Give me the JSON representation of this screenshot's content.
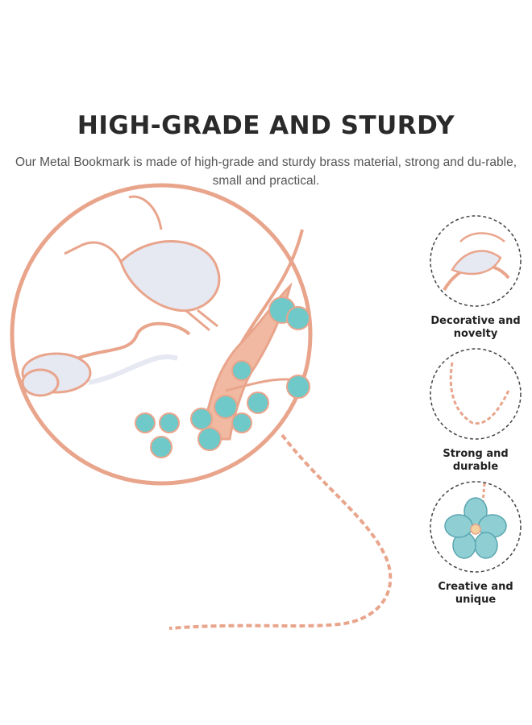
{
  "headline": "HIGH-GRADE AND STURDY",
  "description": "Our Metal Bookmark is made of high-grade and sturdy brass material, strong and du-rable, small and practical.",
  "features": [
    {
      "label": "Decorative and novelty",
      "icon": "crane-detail-icon"
    },
    {
      "label": "Strong and durable",
      "icon": "chain-detail-icon"
    },
    {
      "label": "Creative and unique",
      "icon": "flower-charm-icon"
    }
  ],
  "colors": {
    "rose_gold": "#e9a58c",
    "enamel_teal": "#6fc9c9",
    "enamel_white": "#e6e8f2",
    "headline": "#2a2a2a",
    "body_text": "#555555"
  }
}
